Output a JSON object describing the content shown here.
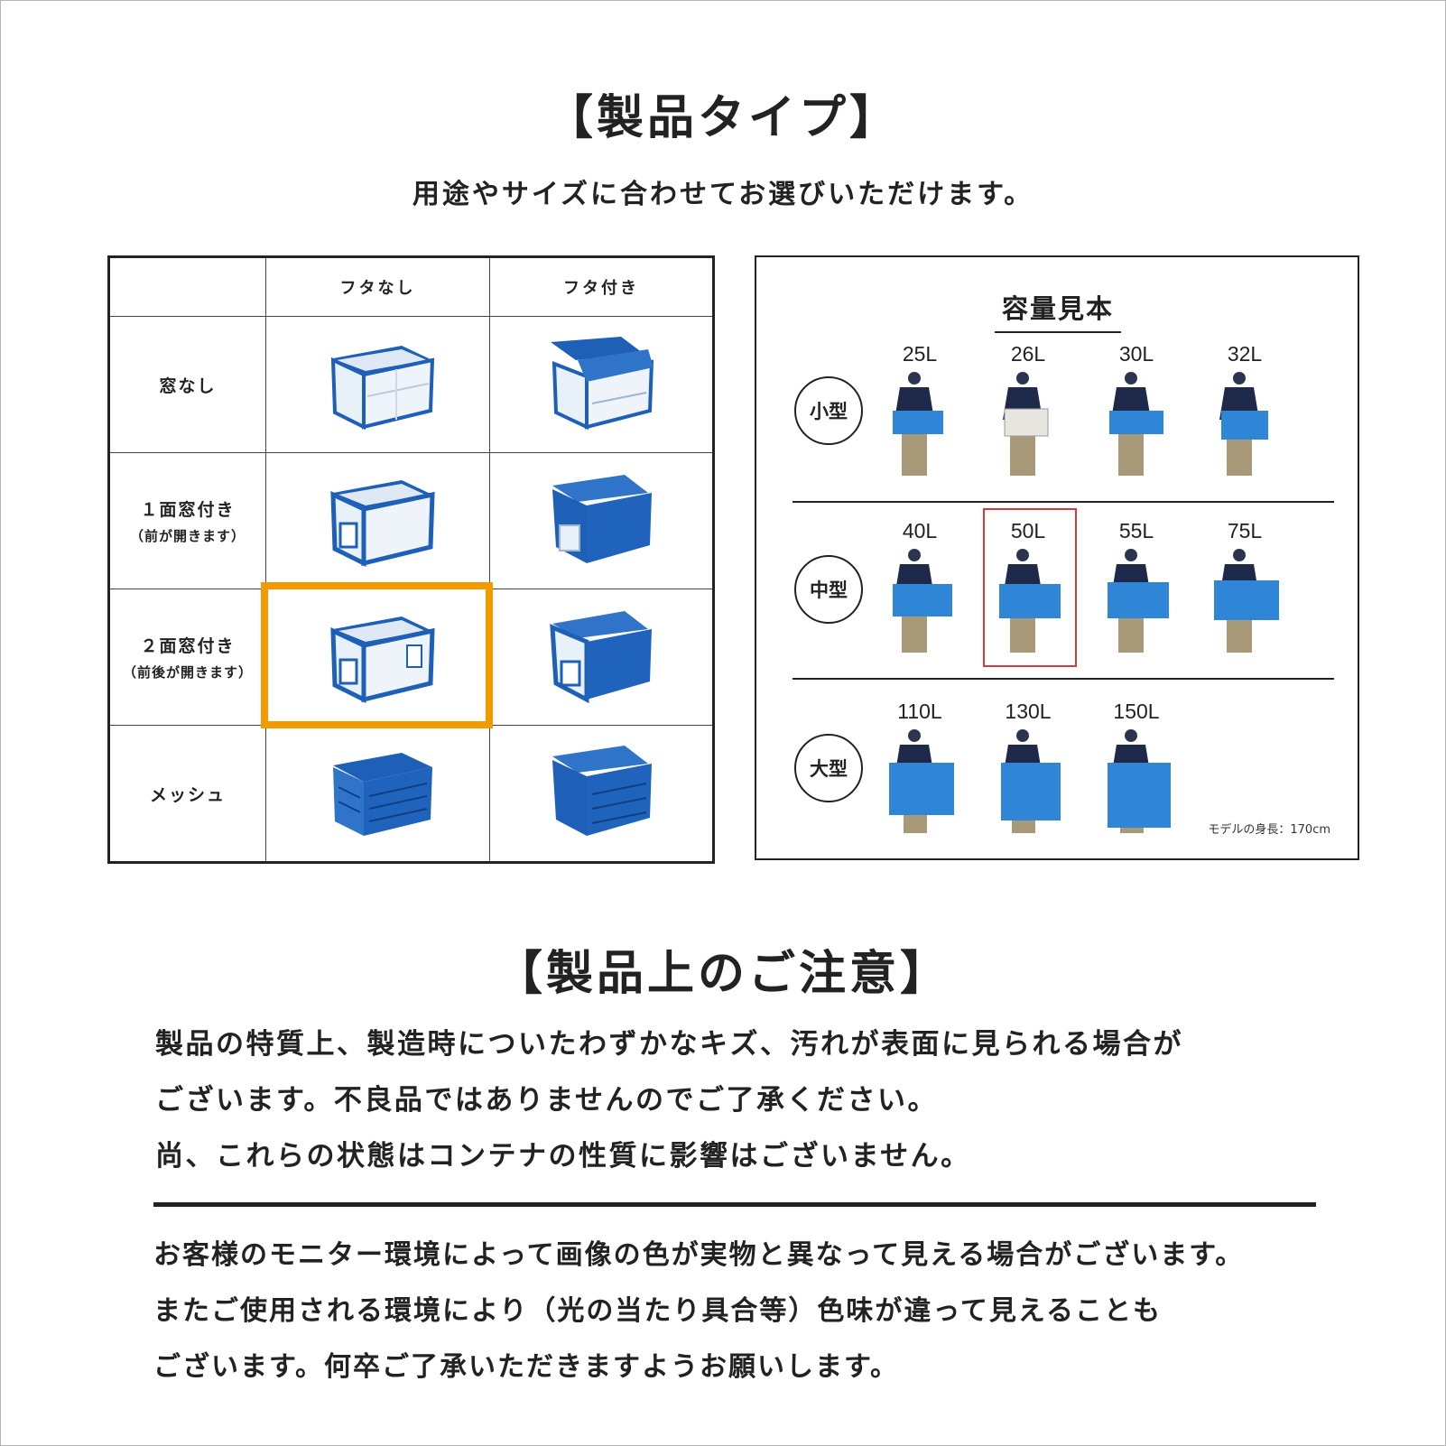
{
  "product_types": {
    "title": "【製品タイプ】",
    "subtitle": "用途やサイズに合わせてお選びいただけます。",
    "col_headers": [
      "フタなし",
      "フタ付き"
    ],
    "rows": [
      {
        "label": "窓なし",
        "sub": ""
      },
      {
        "label": "１面窓付き",
        "sub": "（前が開きます）"
      },
      {
        "label": "２面窓付き",
        "sub": "（前後が開きます）"
      },
      {
        "label": "メッシュ",
        "sub": ""
      }
    ],
    "highlight_color": "#f39a00"
  },
  "capacity": {
    "title": "容量見本",
    "groups": [
      {
        "size": "小型",
        "items": [
          "25L",
          "26L",
          "30L",
          "32L"
        ]
      },
      {
        "size": "中型",
        "items": [
          "40L",
          "50L",
          "55L",
          "75L"
        ],
        "selected": "50L"
      },
      {
        "size": "大型",
        "items": [
          "110L",
          "130L",
          "150L"
        ]
      }
    ],
    "model_note": "モデルの身長：170cm",
    "selected_color": "#d63a3a"
  },
  "notes": {
    "title": "【製品上のご注意】",
    "paragraph_1": [
      "製品の特質上、製造時についたわずかなキズ、汚れが表面に見られる場合が",
      "ございます。不良品ではありませんのでご了承ください。",
      "尚、これらの状態はコンテナの性質に影響はございません。"
    ],
    "paragraph_2": [
      "お客様のモニター環境によって画像の色が実物と異なって見える場合がございます。",
      "またご使用される環境により（光の当たり具合等）色味が違って見えることも",
      "ございます。何卒ご了承いただきますようお願いします。"
    ]
  },
  "colors": {
    "container_blue": "#1e5fb8",
    "container_light": "#2f86d6",
    "clear_panel": "#e4eef8"
  }
}
